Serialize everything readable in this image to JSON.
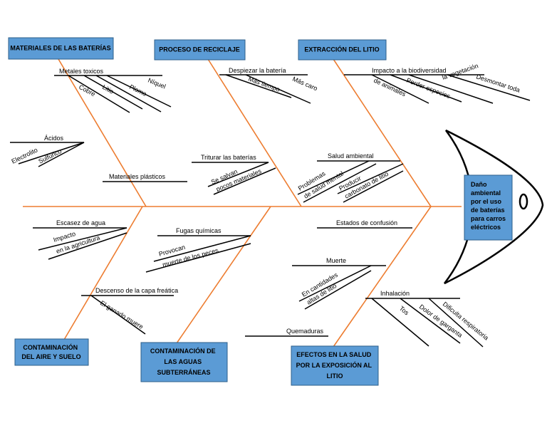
{
  "colors": {
    "bone": "#ED7D31",
    "line": "#000000",
    "box_fill": "#5B9BD5",
    "box_stroke": "#2E5F8A",
    "text": "#000000"
  },
  "head": {
    "lines": [
      "Daño",
      "ambiental",
      "por el uso",
      "de baterías",
      "para carros",
      "eléctricos"
    ]
  },
  "categories": {
    "baterias": "MATERIALES DE LAS BATERÍAS",
    "reciclaje": "PROCESO DE RECICLAJE",
    "litio": "EXTRACCIÓN DEL LITIO",
    "aire_suelo": [
      "CONTAMINACIÓN",
      "DEL AIRE Y SUELO"
    ],
    "aguas": [
      "CONTAMINACIÓN DE",
      "LAS AGUAS",
      "SUBTERRÁNEAS"
    ],
    "salud": [
      "EFECTOS EN LA SALUD",
      "POR LA EXPOSICIÓN AL",
      "LITIO"
    ]
  },
  "causes": {
    "metales_toxicos": "Metales toxicos",
    "niquel": "Níquel",
    "plomo": "Plomo",
    "litio_metal": "Litio",
    "cobre": "Cobre",
    "acidos": "Ácidos",
    "electrolito": "Electrolito",
    "sulfurico": "Sulfúrico",
    "materiales_plasticos": "Materiales plásticos",
    "despiezar": "Despiezar la batería",
    "mas_caro": "Más caro",
    "mas_tiempo": "Más tiempo",
    "triturar": "Triturar las baterías",
    "se_salvan": "Se salvan",
    "pocos_materiales": "pocos materiales",
    "impacto_biodiversidad": "Impacto a la biodiversidad",
    "desmontar": "Desmontar toda",
    "la_vegetacion": "la vegetación",
    "perder_especies": "Perder especies",
    "de_animales": "de animales",
    "salud_ambiental": "Salud ambiental",
    "problemas": "Problemas",
    "de_salud_mental": "de salud mental",
    "producir": "Producir",
    "carbonato": "carbonato de litio",
    "escasez_agua": "Escasez de agua",
    "impacto": "Impacto",
    "en_agricultura": "en la agricultura",
    "descenso": "Descenso de la capa freática",
    "ganado": "El ganado muere",
    "fugas": "Fugas químicas",
    "provocan": "Provocan",
    "muerte_peces": "muerte de los peces",
    "confusion": "Estados de confusión",
    "muerte": "Muerte",
    "en_cantidades": "En cantidades",
    "altas_litio": "altas de litio",
    "inhalacion": "Inhalación",
    "dificulta": "Dificulta respiratoria",
    "dolor": "Dolor de garganta",
    "tos": "Tos",
    "quemaduras": "Quemaduras"
  }
}
